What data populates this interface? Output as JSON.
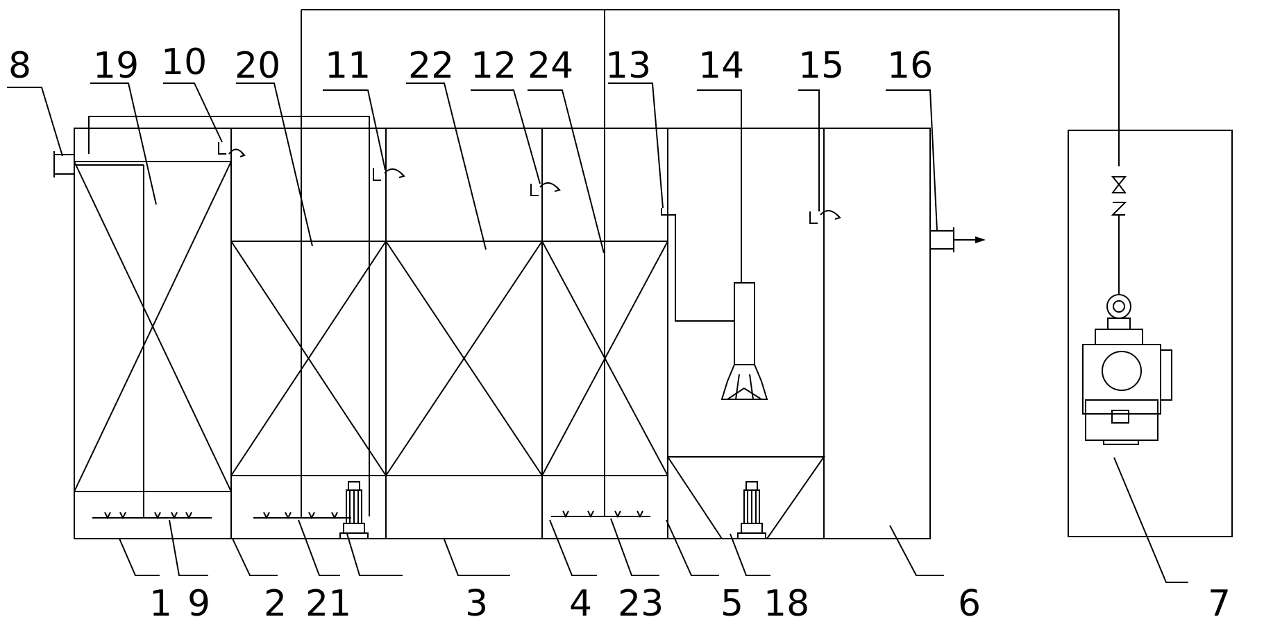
{
  "labels": {
    "n1": "1",
    "n2": "2",
    "n3": "3",
    "n4": "4",
    "n5": "5",
    "n6": "6",
    "n7": "7",
    "n8": "8",
    "n9": "9",
    "n10": "10",
    "n11": "11",
    "n12": "12",
    "n13": "13",
    "n14": "14",
    "n15": "15",
    "n16": "16",
    "n18": "18",
    "n19": "19",
    "n20": "20",
    "n21": "21",
    "n22": "22",
    "n23": "23",
    "n24": "24"
  },
  "colors": {
    "line": "#000000",
    "background": "#ffffff"
  }
}
